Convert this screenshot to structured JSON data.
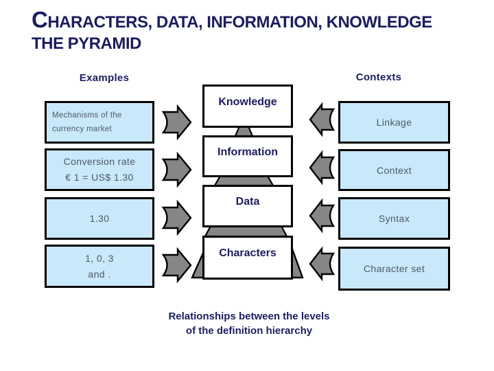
{
  "title": {
    "initial": "C",
    "line1_rest": "HARACTERS, DATA, INFORMATION, KNOWLEDGE",
    "line2": "THE PYRAMID"
  },
  "headers": {
    "examples": "Examples",
    "contexts": "Contexts"
  },
  "pyramid": {
    "levels": [
      "Knowledge",
      "Information",
      "Data",
      "Characters"
    ]
  },
  "examples": [
    {
      "lines": [
        "Mechanisms of the",
        "currency market"
      ]
    },
    {
      "lines": [
        "Conversion rate",
        "€ 1 = US$ 1.30"
      ]
    },
    {
      "lines": [
        "1.30"
      ]
    },
    {
      "lines": [
        "1, 0, 3",
        "and ."
      ]
    }
  ],
  "contexts": [
    "Linkage",
    "Context",
    "Syntax",
    "Character set"
  ],
  "caption": {
    "line1": "Relationships between the levels",
    "line2": "of the definition hierarchy"
  },
  "icons": {
    "examples_to_pyramid": "block-arrow-right-icon",
    "contexts_to_pyramid": "block-arrow-left-icon",
    "pyramid_joints": "trapezoid-connector",
    "pyramid_base": "trapezoid-base"
  },
  "colors": {
    "title_navy": "#1c1c60",
    "box_fill_blue": "#c9e8fa",
    "side_text": "#4d5966",
    "connector_gray": "#868686",
    "border": "#000000",
    "background": "#ffffff"
  }
}
